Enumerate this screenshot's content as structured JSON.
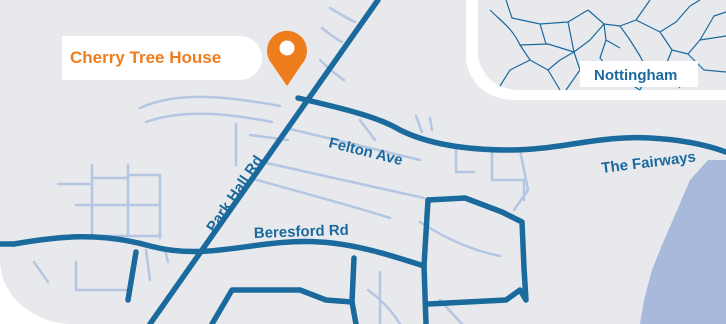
{
  "place": {
    "name": "Cherry Tree House",
    "marker_icon": "map-pin-icon",
    "marker_color": "#ee7d1e"
  },
  "roads": {
    "park_hall": "Park Hall Rd",
    "felton": "Felton Ave",
    "beresford": "Beresford Rd",
    "fairways": "The Fairways"
  },
  "inset": {
    "city": "Nottingham"
  },
  "colors": {
    "land": "#e8e9ec",
    "main_road": "#1b6a9e",
    "minor_road": "#b4c6e2",
    "water": "#a9b9dc",
    "label_text": "#1b6a9e"
  }
}
